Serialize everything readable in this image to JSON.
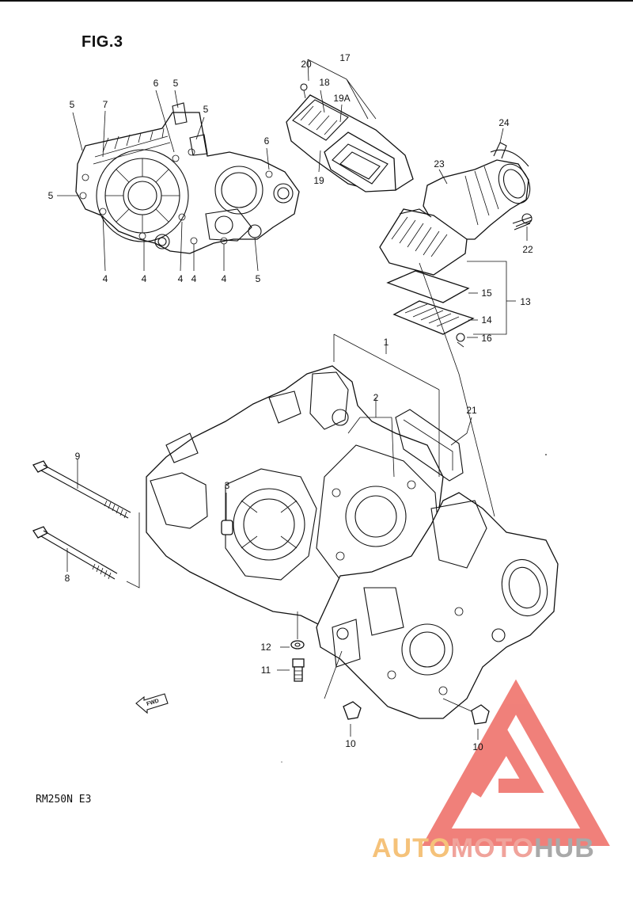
{
  "figure": {
    "title": "FIG.3",
    "model_code": "RM250N E3",
    "fwd_label": "FWD"
  },
  "callouts": [
    {
      "id": "c5a",
      "text": "5"
    },
    {
      "id": "c7",
      "text": "7"
    },
    {
      "id": "c6a",
      "text": "6"
    },
    {
      "id": "c5b",
      "text": "5"
    },
    {
      "id": "c5c",
      "text": "5"
    },
    {
      "id": "c6b",
      "text": "6"
    },
    {
      "id": "c5d",
      "text": "5"
    },
    {
      "id": "c4a",
      "text": "4"
    },
    {
      "id": "c4b",
      "text": "4"
    },
    {
      "id": "c4c",
      "text": "4"
    },
    {
      "id": "c4d",
      "text": "4"
    },
    {
      "id": "c4e",
      "text": "4"
    },
    {
      "id": "c5e",
      "text": "5"
    },
    {
      "id": "c20",
      "text": "20"
    },
    {
      "id": "c17",
      "text": "17"
    },
    {
      "id": "c18",
      "text": "18"
    },
    {
      "id": "c19a",
      "text": "19A"
    },
    {
      "id": "c19",
      "text": "19"
    },
    {
      "id": "c24",
      "text": "24"
    },
    {
      "id": "c23",
      "text": "23"
    },
    {
      "id": "c22",
      "text": "22"
    },
    {
      "id": "c15",
      "text": "15"
    },
    {
      "id": "c13",
      "text": "13"
    },
    {
      "id": "c14",
      "text": "14"
    },
    {
      "id": "c16",
      "text": "16"
    },
    {
      "id": "c1",
      "text": "1"
    },
    {
      "id": "c2",
      "text": "2"
    },
    {
      "id": "c21",
      "text": "21"
    },
    {
      "id": "c9",
      "text": "9"
    },
    {
      "id": "c3",
      "text": "3"
    },
    {
      "id": "c8",
      "text": "8"
    },
    {
      "id": "c12",
      "text": "12"
    },
    {
      "id": "c11",
      "text": "11"
    },
    {
      "id": "c10a",
      "text": "10"
    },
    {
      "id": "c10b",
      "text": "10"
    }
  ],
  "watermark": {
    "part1": "AUTO",
    "part2": "MOTO",
    "part3": "HUB",
    "colors": {
      "part1": "#f5c27a",
      "part2": "#f0a39b",
      "part3": "#a9a9a9",
      "triangle": "#ee6b63"
    }
  }
}
